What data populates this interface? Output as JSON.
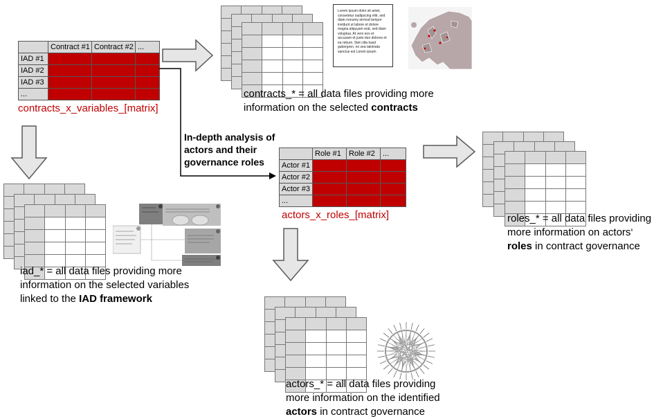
{
  "contracts_matrix": {
    "col_headers": [
      "Contract #1",
      "Contract #2",
      "..."
    ],
    "row_headers": [
      "IAD #1",
      "IAD #2",
      "IAD #3",
      "..."
    ],
    "label": "contracts_x_variables_[matrix]"
  },
  "actors_matrix": {
    "col_headers": [
      "Role #1",
      "Role #2",
      "..."
    ],
    "row_headers": [
      "Actor #1",
      "Actor #2",
      "Actor #3",
      "..."
    ],
    "label": "actors_x_roles_[matrix]"
  },
  "indepth_label": [
    "In-depth analysis of",
    "actors and their",
    "governance roles"
  ],
  "captions": {
    "contracts": {
      "line1": "contracts_* = all data files providing more",
      "line2_pre": "information on the selected ",
      "line2_bold": "contracts"
    },
    "iad": {
      "line1": "iad_* = all data files providing more",
      "line2": "information on the selected variables",
      "line3_pre": "linked to the ",
      "line3_bold": "IAD framework"
    },
    "roles": {
      "line1": "roles_* = all data files providing",
      "line2": "more information on actors‘",
      "line3_bold": "roles",
      "line3_post": " in contract governance"
    },
    "actors": {
      "line1": "actors_* = all data files providing",
      "line2": "more information on the identified",
      "line3_bold": "actors",
      "line3_post": " in contract governance"
    }
  },
  "lorem_text": "Lorem ipsum dolor sit amet, consetetur sadipscing elitr, sed diam nonumy eirmod tempor invidunt ut labore et dolore magna aliquyam erat, sed diam voluptua. At vero eos et accusam et justo duo dolores et ea rebum. Stet clita kasd gubergren, no sea takimata sanctus est Lorem ipsum",
  "colors": {
    "matrix_red": "#c00000",
    "header_gray": "#d9d9d9",
    "arrow_fill": "#e6e6e6",
    "arrow_stroke": "#595959"
  }
}
